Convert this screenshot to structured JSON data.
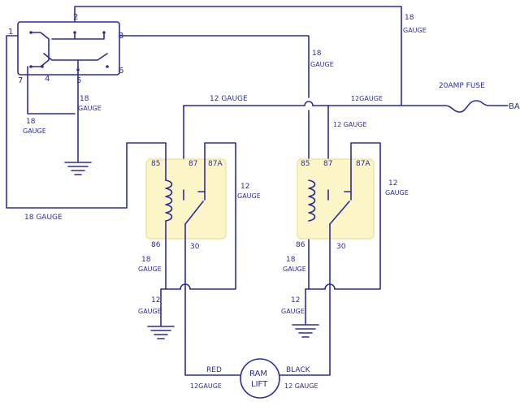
{
  "switch": {
    "pins": [
      "1",
      "2",
      "3",
      "7",
      "4",
      "5",
      "6"
    ]
  },
  "labels": {
    "g18_top": "18",
    "g18_top_unit": "GAUGE",
    "g18_mid": "18",
    "g18_mid_unit": "GAUGE",
    "g18_sw": "18",
    "g18_sw_unit": "GAUGE",
    "g18_left": "18",
    "g18_left_unit": "GAUGE",
    "g18_bottom": "18 GAUGE",
    "g12_top": "12 GAUGE",
    "g12_right": "12GAUGE",
    "g12_r2": "12 GAUGE",
    "fuse": "20AMP FUSE",
    "bat": "BA"
  },
  "relay1": {
    "pin85": "85",
    "pin87": "87",
    "pin87a": "87A",
    "pin86": "86",
    "pin30": "30",
    "g12_side": "12",
    "g12_side_unit": "GAUGE",
    "g18_bot": "18",
    "g18_bot_unit": "GAUGE",
    "g12_gnd": "12",
    "g12_gnd_unit": "GAUGE"
  },
  "relay2": {
    "pin85": "85",
    "pin87": "87",
    "pin87a": "87A",
    "pin86": "86",
    "pin30": "30",
    "g12_side": "12",
    "g12_side_unit": "GAUGE",
    "g18_bot": "18",
    "g18_bot_unit": "GAUGE",
    "g12_gnd": "12",
    "g12_gnd_unit": "GAUGE",
    "g12_in": "12 GAUGE"
  },
  "ram": {
    "line1": "RAM",
    "line2": "LIFT",
    "red": "RED",
    "red_gauge": "12GAUGE",
    "black": "BLACK",
    "black_gauge": "12 GAUGE"
  },
  "colors": {
    "wire": "#2e2c9e",
    "switch_fill": "#efdbe6",
    "relay_fill": "#fbf5c8",
    "ram_fill": "#ffffff"
  }
}
